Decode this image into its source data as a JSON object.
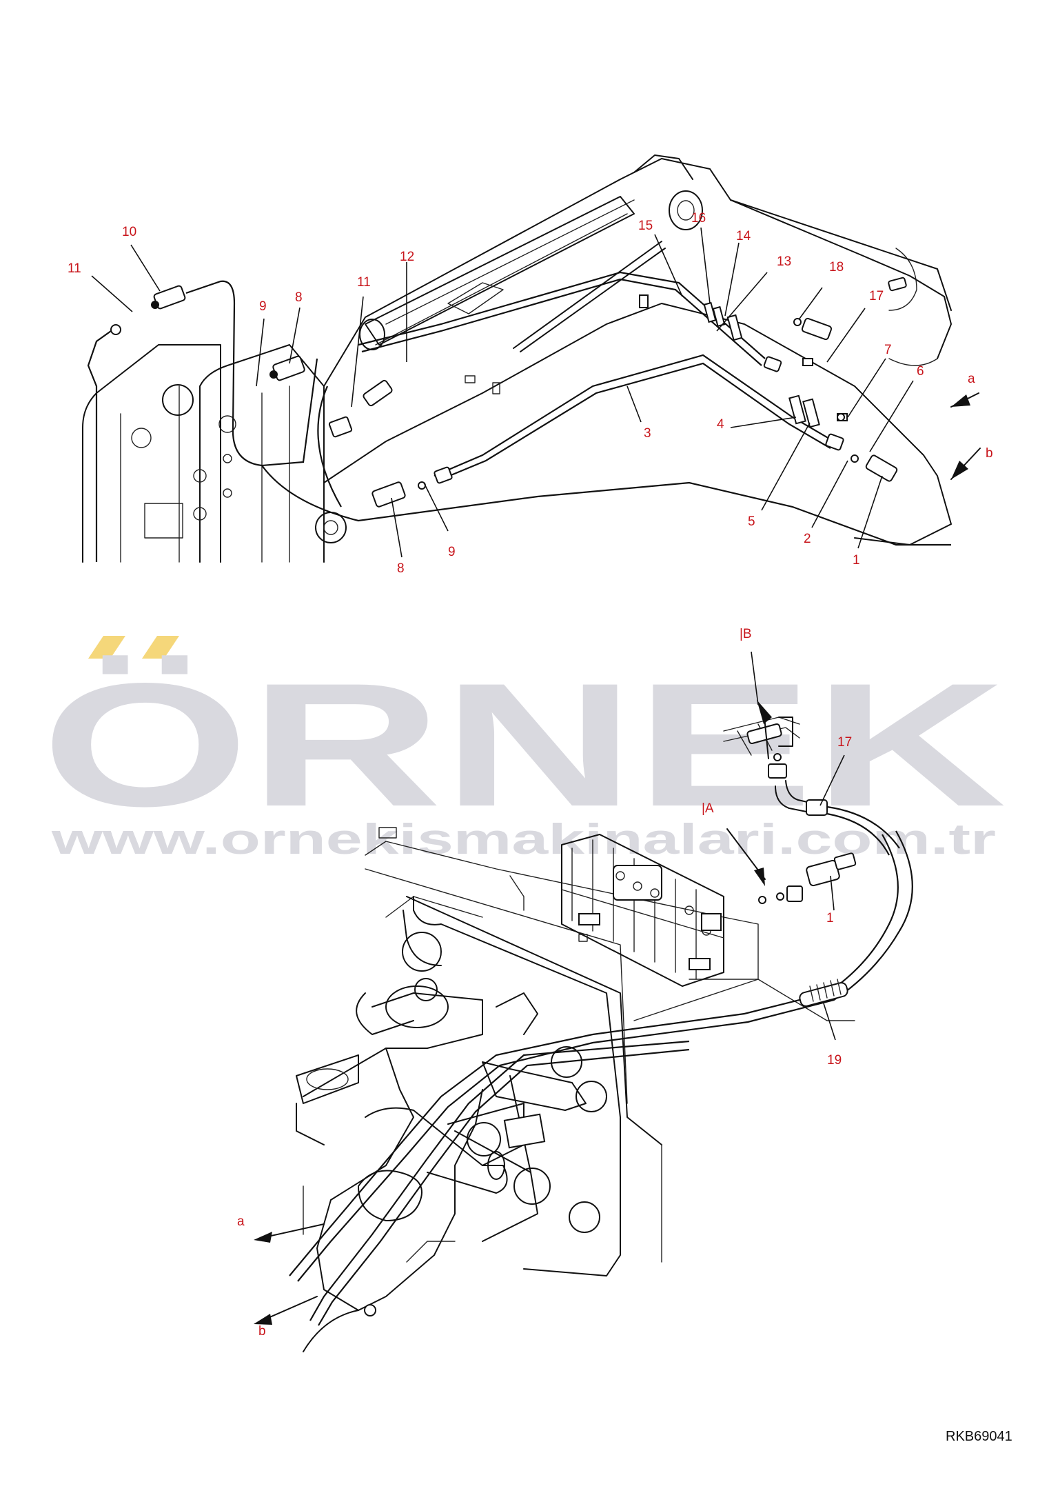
{
  "document_code": "RKB69041",
  "watermark": {
    "brand": "ÖRNEK",
    "url": "www.ornekismakinalari.com.tr",
    "accent_color": "#f5d77a",
    "text_color": "#d9d9df"
  },
  "callout_color": "#c8151b",
  "top_view": {
    "callouts": [
      "10",
      "11",
      "9",
      "8",
      "12",
      "11",
      "15",
      "16",
      "14",
      "13",
      "18",
      "17",
      "7",
      "6",
      "3",
      "4",
      "5",
      "2",
      "1",
      "9",
      "8"
    ],
    "arrows": [
      "a",
      "b"
    ]
  },
  "bottom_view": {
    "callouts": [
      "|B",
      "17",
      "|A",
      "1",
      "19"
    ],
    "arrows": [
      "a",
      "b"
    ]
  }
}
